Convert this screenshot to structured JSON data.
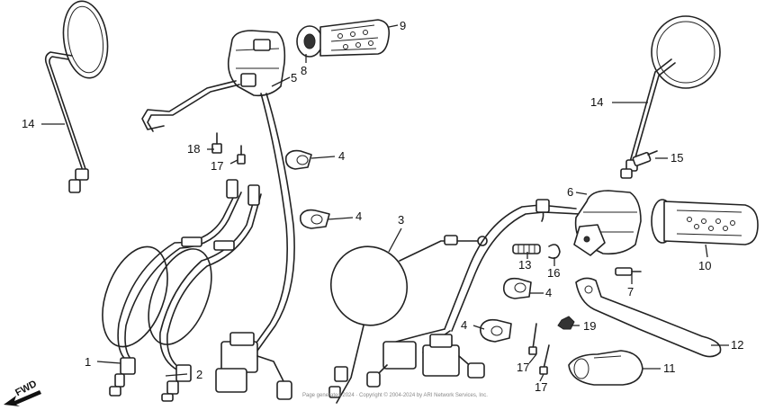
{
  "callouts": {
    "c1": "1",
    "c2": "2",
    "c3": "3",
    "c4a": "4",
    "c4b": "4",
    "c4c": "4",
    "c4d": "4",
    "c5": "5",
    "c6": "6",
    "c7": "7",
    "c8": "8",
    "c9": "9",
    "c10": "10",
    "c11": "11",
    "c12": "12",
    "c13": "13",
    "c14a": "14",
    "c14b": "14",
    "c15": "15",
    "c16": "16",
    "c17a": "17",
    "c17b": "17",
    "c17c": "17",
    "c18": "18",
    "c19": "19"
  },
  "direction_label": "FWD",
  "copyright": "Page generated 2024 · Copyright © 2004-2024 by ARI Network Services, Inc."
}
